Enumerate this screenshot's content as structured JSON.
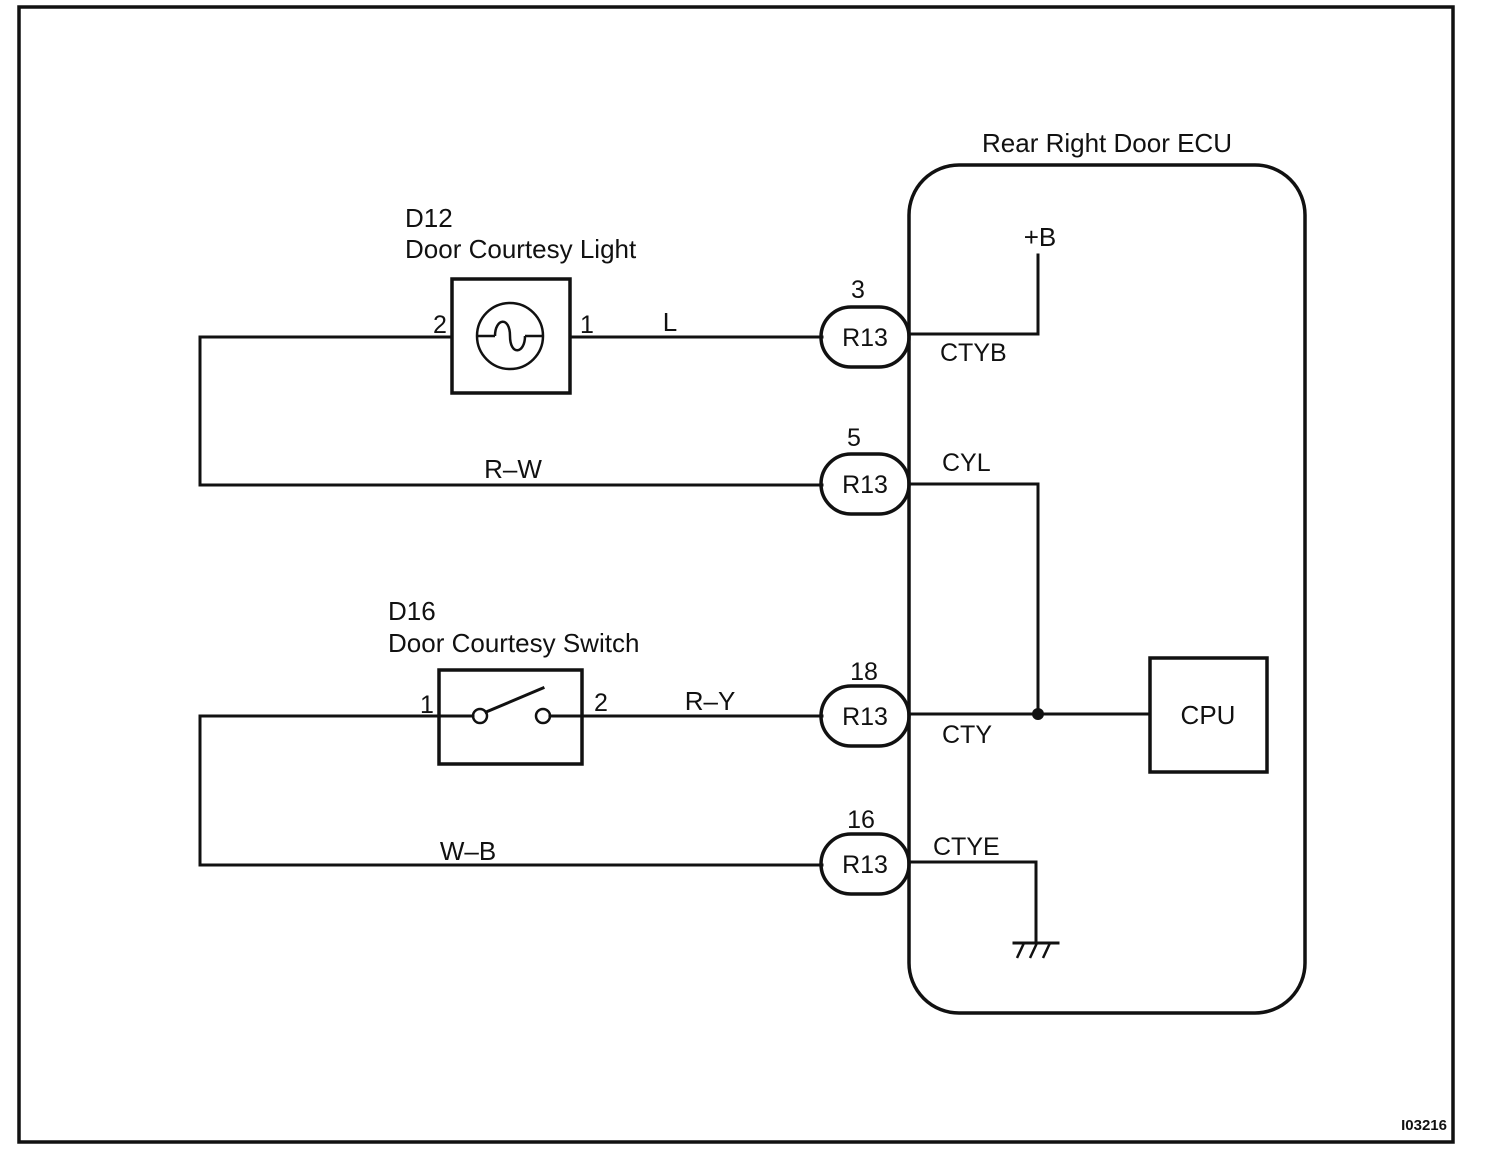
{
  "ecu": {
    "title": "Rear Right Door ECU",
    "supply": "+B",
    "cpu": "CPU"
  },
  "light": {
    "ref": "D12",
    "name": "Door Courtesy Light",
    "pin_left": "2",
    "pin_right": "1"
  },
  "switch": {
    "ref": "D16",
    "name": "Door Courtesy Switch",
    "pin_left": "1",
    "pin_right": "2"
  },
  "wires": {
    "light_out": "L",
    "light_return": "R–W",
    "switch_out": "R–Y",
    "ground": "W–B"
  },
  "connectors": [
    {
      "pin": "3",
      "name": "R13",
      "signal": "CTYB"
    },
    {
      "pin": "5",
      "name": "R13",
      "signal": "CYL"
    },
    {
      "pin": "18",
      "name": "R13",
      "signal": "CTY"
    },
    {
      "pin": "16",
      "name": "R13",
      "signal": "CTYE"
    }
  ],
  "figure_code": "I03216"
}
